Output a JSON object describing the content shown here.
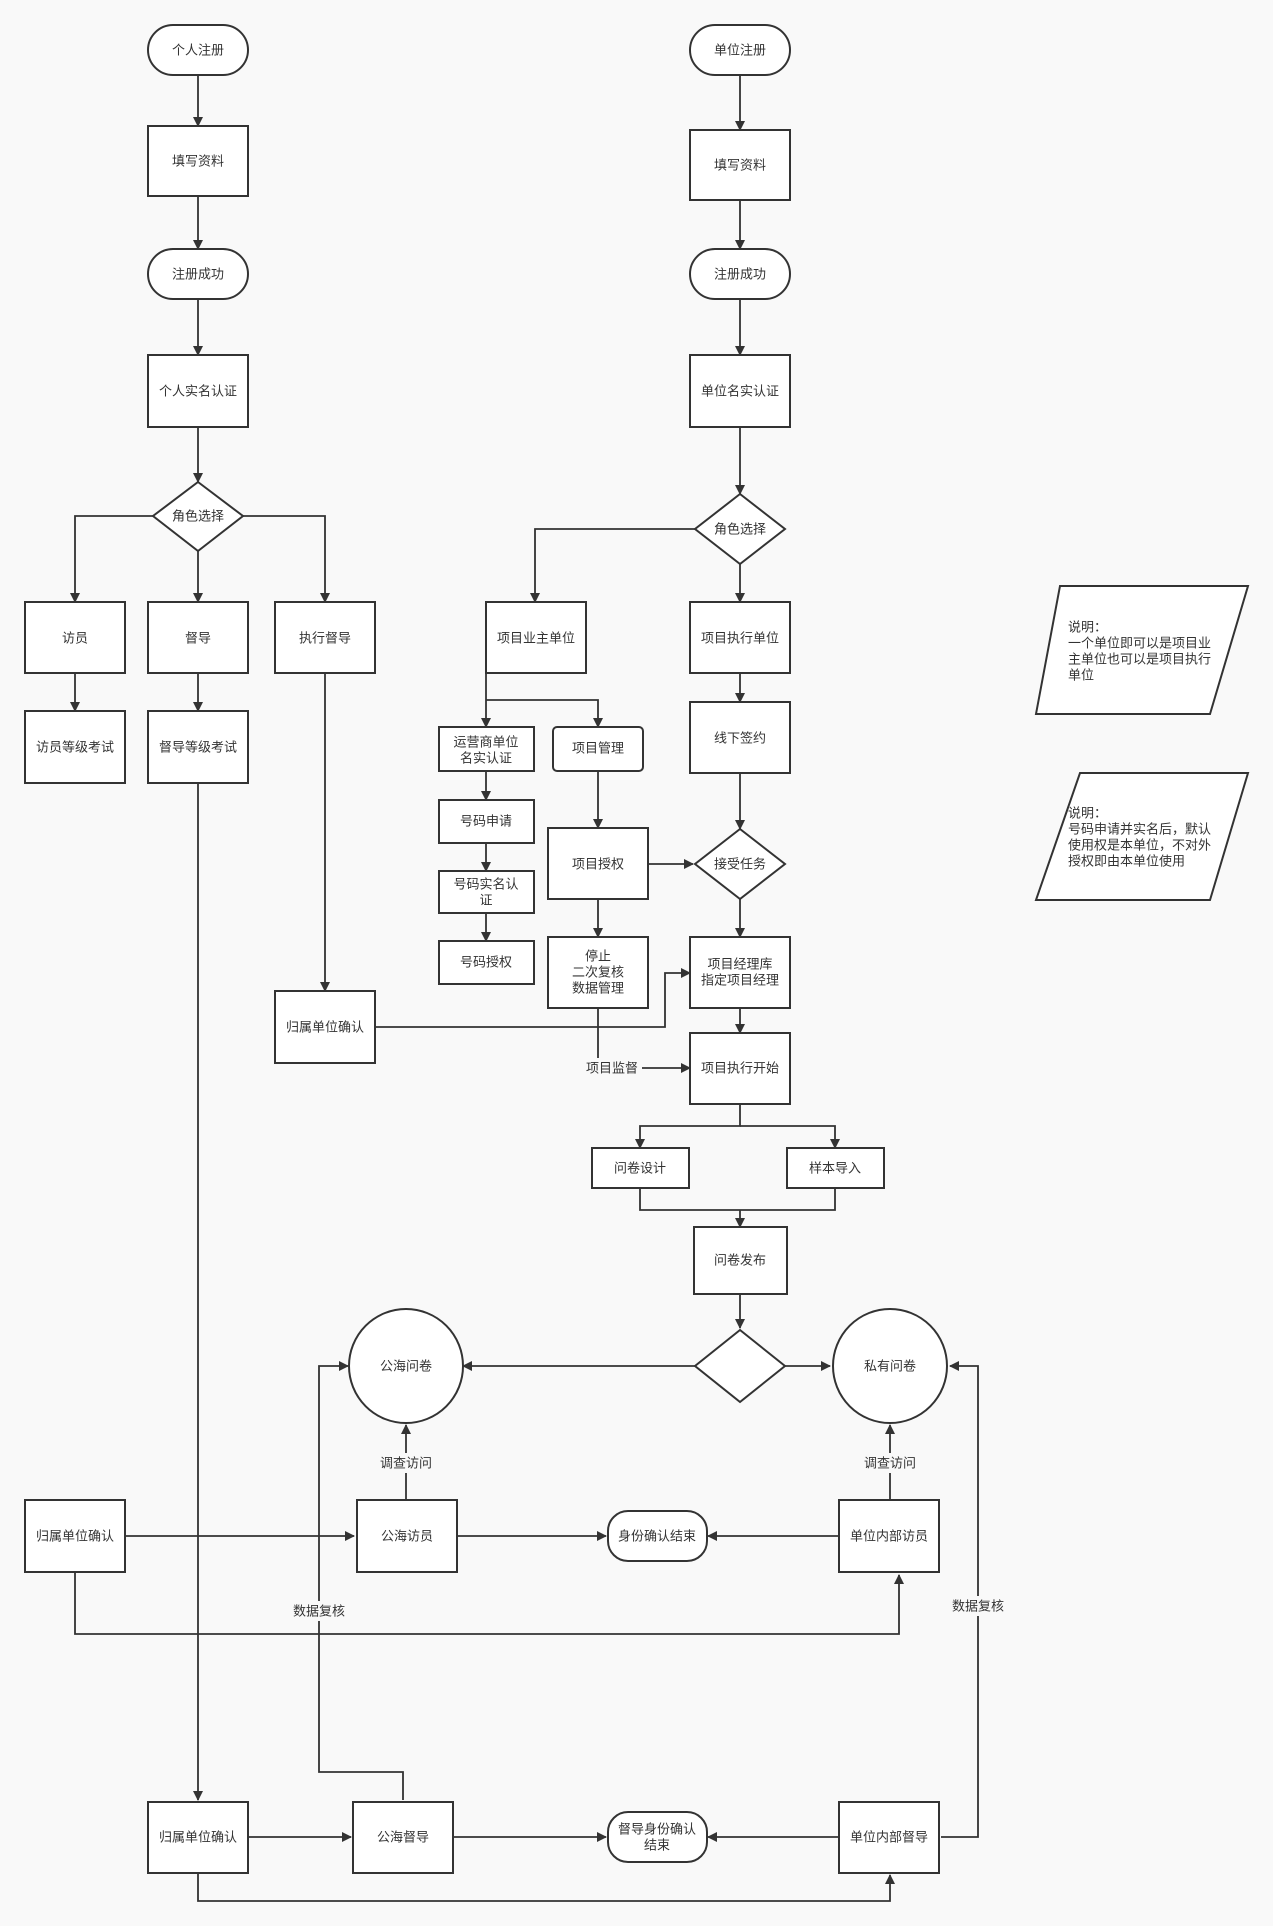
{
  "nodes": {
    "personal_register": "个人注册",
    "personal_fill_info": "填写资料",
    "personal_register_success": "注册成功",
    "personal_realname": "个人实名认证",
    "personal_role_select": "角色选择",
    "interviewer": "访员",
    "supervisor": "督导",
    "exec_supervisor": "执行督导",
    "interviewer_exam": "访员等级考试",
    "supervisor_exam": "督导等级考试",
    "belong_unit_confirm_1": "归属单位确认",
    "unit_register": "单位注册",
    "unit_fill_info": "填写资料",
    "unit_register_success": "注册成功",
    "unit_realname": "单位名实认证",
    "unit_role_select": "角色选择",
    "project_owner": "项目业主单位",
    "project_exec_unit": "项目执行单位",
    "operator_realname": [
      "运营商单位",
      "名实认证"
    ],
    "number_apply": "号码申请",
    "number_realname": [
      "号码实名认",
      "证"
    ],
    "number_auth": "号码授权",
    "project_manage": "项目管理",
    "project_auth": "项目授权",
    "stop_review": [
      "停止",
      "二次复核",
      "数据管理"
    ],
    "offline_sign": "线下签约",
    "accept_task": "接受任务",
    "pm_pool": [
      "项目经理库",
      "指定项目经理"
    ],
    "project_start": "项目执行开始",
    "questionnaire_design": "问卷设计",
    "sample_import": "样本导入",
    "questionnaire_publish": "问卷发布",
    "public_questionnaire": "公海问卷",
    "private_questionnaire": "私有问卷",
    "belong_unit_confirm_2": "归属单位确认",
    "public_interviewer": "公海访员",
    "identity_confirm_end": "身份确认结束",
    "unit_internal_interviewer": "单位内部访员",
    "belong_unit_confirm_3": "归属单位确认",
    "public_supervisor": "公海督导",
    "supervisor_identity_end": [
      "督导身份确认",
      "结束"
    ],
    "unit_internal_supervisor": "单位内部督导"
  },
  "edge_labels": {
    "project_supervision": "项目监督",
    "survey_visit_left": "调查访问",
    "survey_visit_right": "调查访问",
    "data_review_left": "数据复核",
    "data_review_right": "数据复核"
  },
  "notes": {
    "note1": [
      "说明：",
      "一个单位即可以是项目业",
      "主单位也可以是项目执行",
      "单位"
    ],
    "note2": [
      "说明：",
      "号码申请并实名后，默认",
      "使用权是本单位，不对外",
      "授权即由本单位使用"
    ]
  }
}
